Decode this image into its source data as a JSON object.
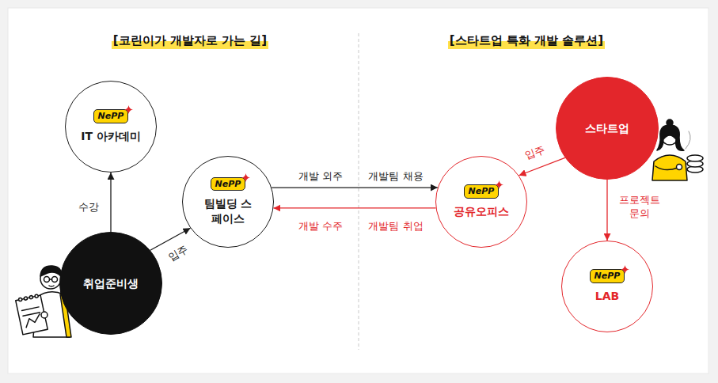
{
  "diagram": {
    "nodes": [
      {
        "text": [
          "NePP",
          "IT 아카데미"
        ]
      },
      {
        "text": [
          "NePP",
          "팀빌딩 스페이스"
        ]
      },
      {
        "text": [
          "취업준비생"
        ]
      },
      {
        "text": [
          "NePP",
          "공유오피스"
        ]
      },
      {
        "text": [
          "스타트업"
        ]
      },
      {
        "text": [
          "NePP",
          "LAB"
        ]
      }
    ],
    "edges": [
      {
        "from": 2,
        "to": 0,
        "label": "수강",
        "arrow": "to"
      },
      {
        "from": 2,
        "to": 1,
        "label": "입주",
        "arrow": "to"
      },
      {
        "from": 1,
        "to": 3,
        "label": "개발 외주",
        "arrow": "to"
      },
      {
        "from": 3,
        "to": 1,
        "label": "개발 수주",
        "arrow": "to"
      },
      {
        "from": 4,
        "to": 3,
        "label": "입주",
        "arrow": "to"
      },
      {
        "from": 4,
        "to": 5,
        "label": "프로젝트 문의",
        "arrow": "to"
      }
    ],
    "labels": [
      "[코린이가 개발자로 가는 길]",
      "[스타트업 특화 개발 솔루션]",
      "개발팀 채용",
      "개발팀 취업"
    ]
  }
}
